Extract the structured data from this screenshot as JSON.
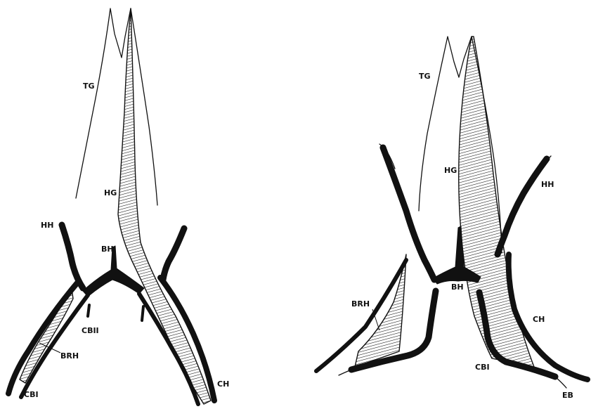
{
  "left_figure": {
    "labels": {
      "tg": "TG",
      "hg": "HG",
      "hh": "HH",
      "bh": "BH",
      "cbii": "CBII",
      "brh": "BRH",
      "cbi": "CBI",
      "ch": "CH"
    }
  },
  "right_figure": {
    "labels": {
      "tg": "TG",
      "hg": "HG",
      "hh": "HH",
      "bh": "BH",
      "brh": "BRH",
      "ch": "CH",
      "cbi": "CBI",
      "eb": "EB"
    }
  },
  "colors": {
    "ink": "#111111",
    "paper": "#ffffff"
  }
}
